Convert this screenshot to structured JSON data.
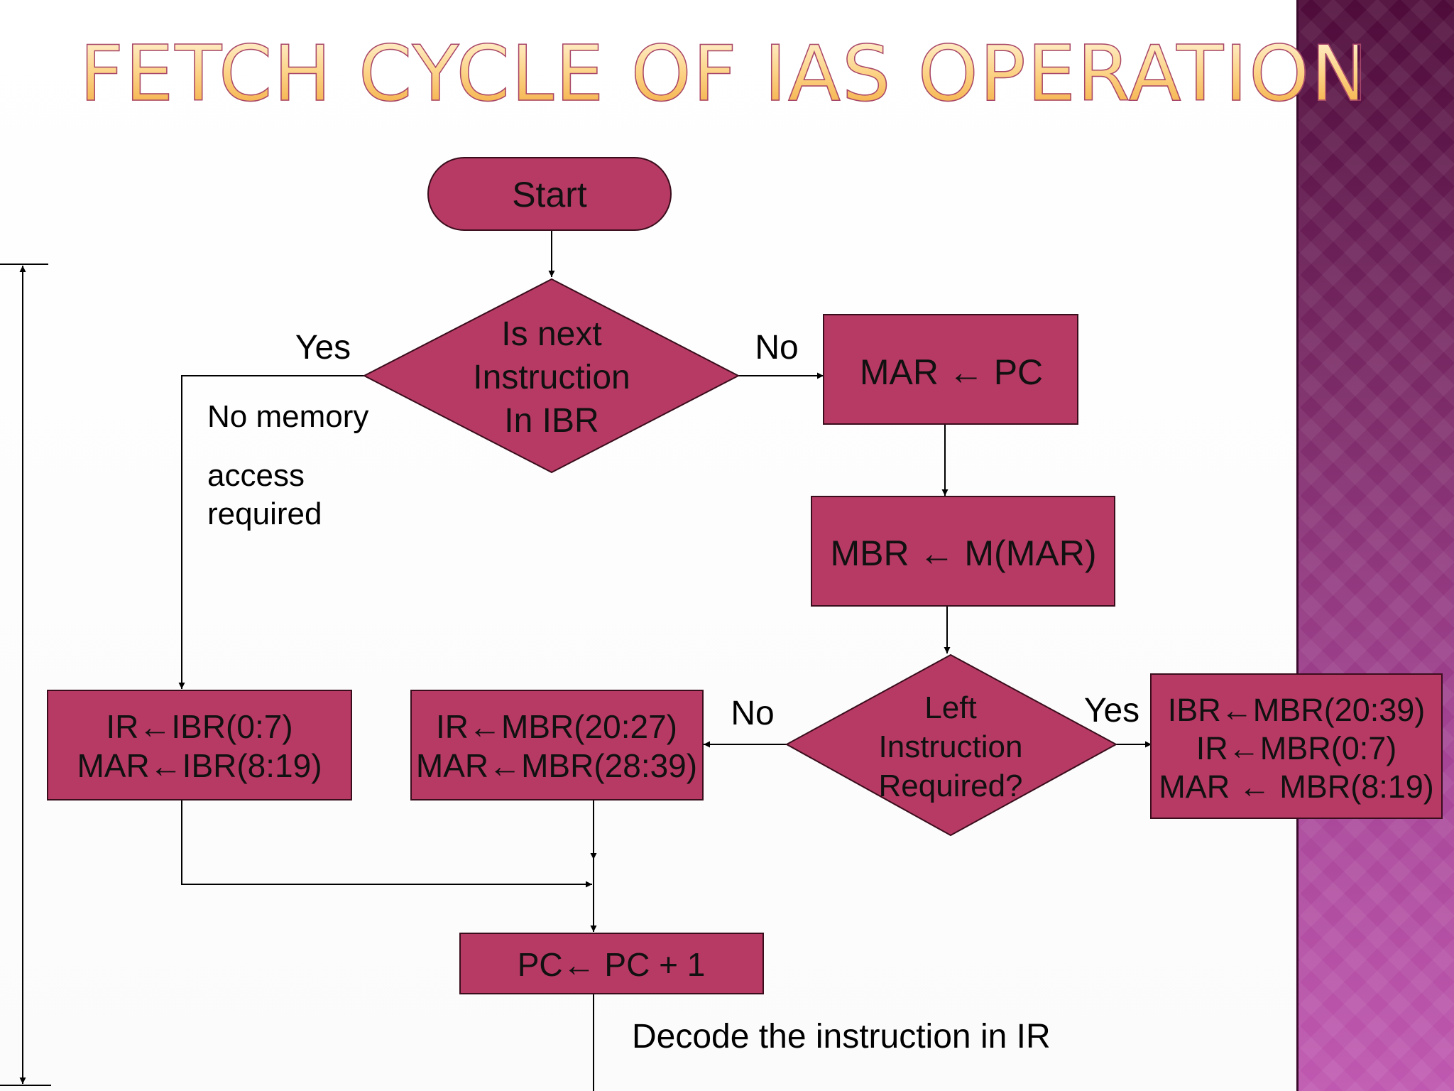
{
  "title": "FETCH CYCLE OF IAS OPERATION",
  "flowchart": {
    "start": "Start",
    "decision_ibr": [
      "Is next",
      "Instruction",
      "In IBR"
    ],
    "mar_pc": "MAR ← PC",
    "mbr_mmar": "MBR ← M(MAR)",
    "decision_left": [
      "Left",
      "Instruction",
      "Required?"
    ],
    "ibr_box": [
      "IR←IBR(0:7)",
      "MAR←IBR(8:19)"
    ],
    "right_half_box": [
      "IR←MBR(20:27)",
      "MAR←MBR(28:39)"
    ],
    "left_half_box": [
      "IBR←MBR(20:39)",
      "IR←MBR(0:7)",
      "MAR ← MBR(8:19)"
    ],
    "pc_increment": "PC← PC + 1",
    "label_yes_1": "Yes",
    "label_no_1": "No",
    "label_no_2": "No",
    "label_yes_2": "Yes",
    "note_lines": [
      "No memory",
      "access",
      "required"
    ],
    "decode_text": "Decode the instruction in IR"
  }
}
